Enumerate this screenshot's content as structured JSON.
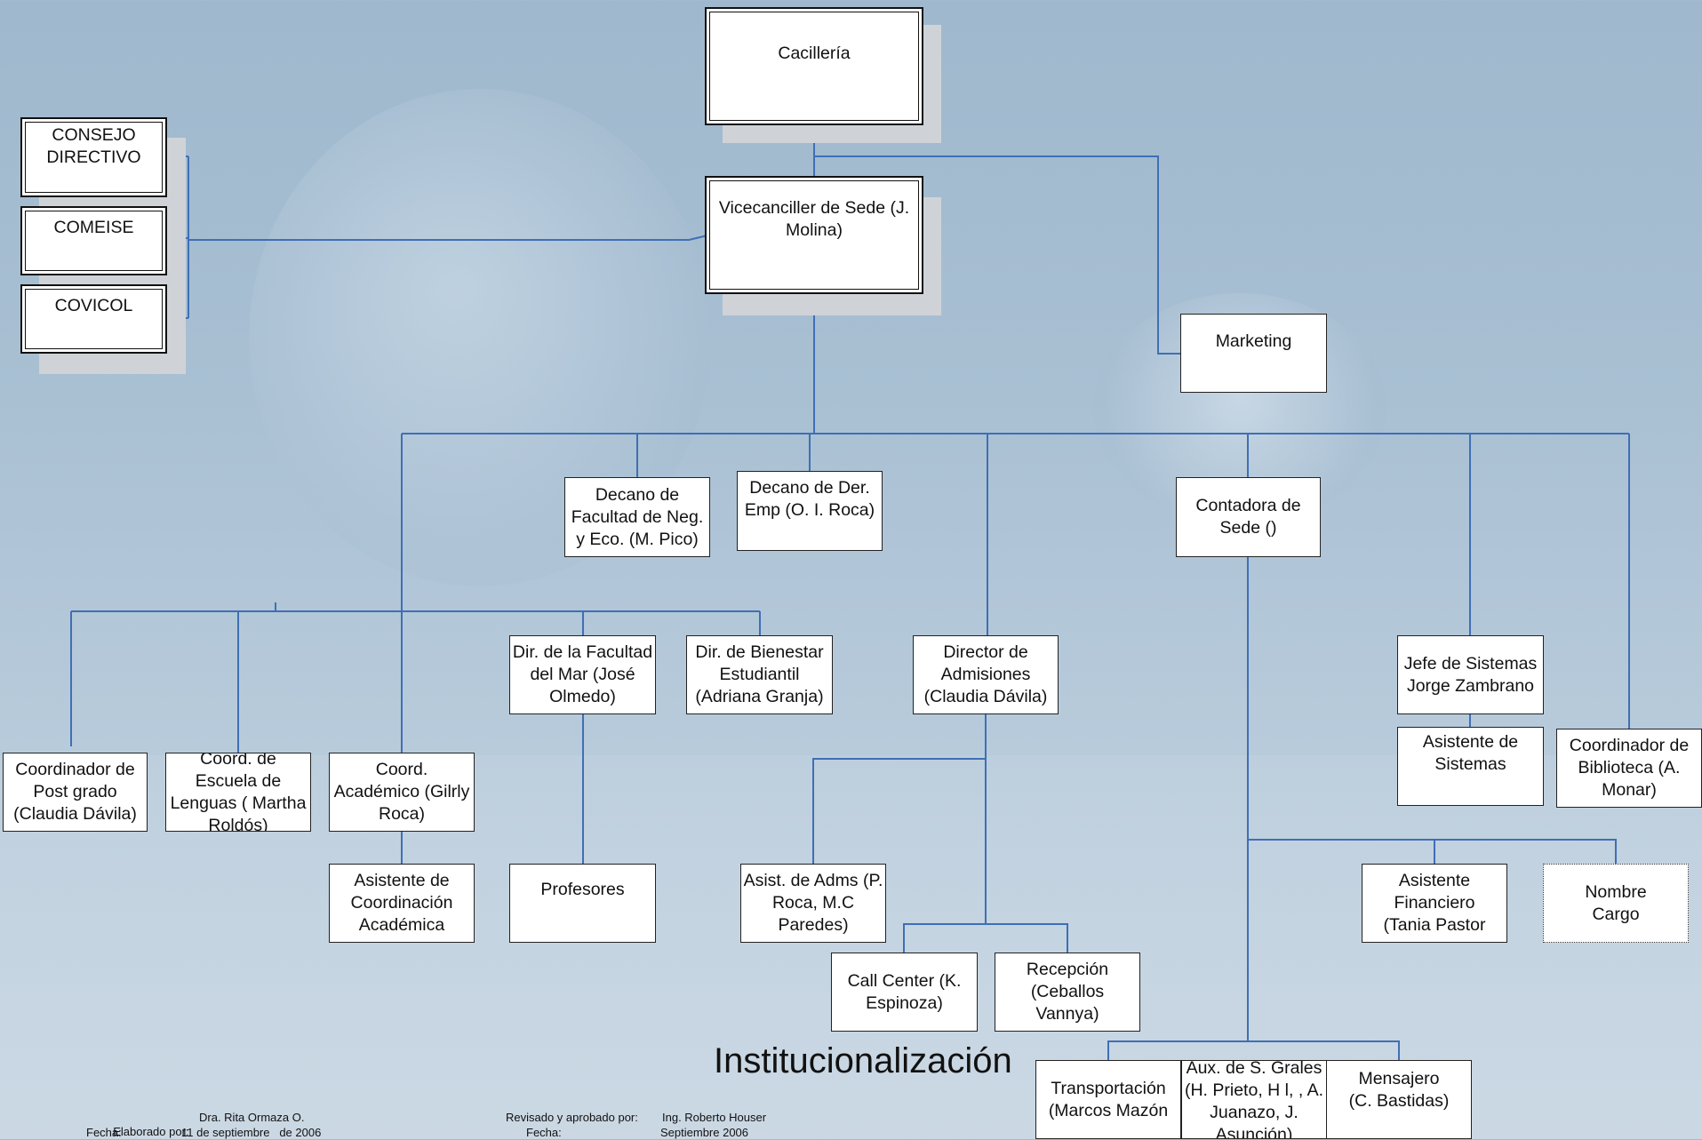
{
  "title": "Institucionalización",
  "nodes": {
    "cacilleria": "Cacillería",
    "vicecanciller": "Vicecanciller de Sede (J. Molina)",
    "consejo": "CONSEJO DIRECTIVO",
    "comeise": "COMEISE",
    "covicol": "COVICOL",
    "marketing": "Marketing",
    "decano_neg": "Decano de Facultad de Neg. y Eco. (M. Pico)",
    "decano_der": "Decano de Der. Emp (O. I. Roca)",
    "contadora": "Contadora de Sede ()",
    "dir_mar": "Dir.  de la Facultad del Mar (José Olmedo)",
    "dir_bienestar": "Dir.  de Bienestar Estudiantil (Adriana Granja)",
    "dir_admisiones": "Director de Admisiones (Claudia Dávila)",
    "jefe_sistemas": "Jefe de Sistemas Jorge Zambrano",
    "asistente_sistemas": "Asistente de Sistemas",
    "coord_biblioteca": "Coordinador de Biblioteca (A. Monar)",
    "coord_postgrado": "Coordinador de Post grado (Claudia Dávila)",
    "coord_lenguas": "Coord. de Escuela de Lenguas ( Martha Roldós)",
    "coord_academico": "Coord. Académico (Gilrly Roca)",
    "asist_coord_acad": "Asistente de Coordinación Académica",
    "profesores": "Profesores",
    "asist_adms": "Asist. de Adms (P. Roca, M.C Paredes)",
    "call_center": "Call Center (K. Espinoza)",
    "recepcion": "Recepción (Ceballos Vannya)",
    "asist_financiero": "Asistente Financiero (Tania Pastor",
    "nombre_cargo": "Nombre Cargo",
    "transportacion": "Transportación (Marcos Mazón",
    "aux_grales": "Aux. de S. Grales (H. Prieto, H l, , A. Juanazo, J. Asunción)",
    "mensajero": "Mensajero (C. Bastidas)"
  },
  "footer": {
    "elaborado_label": "Elaborado por:",
    "elaborado_value": "Dra. Rita Ormaza O.",
    "fecha1_label": "Fecha:",
    "fecha1_value": "11 de septiembre   de 2006",
    "revisado_label": "Revisado y aprobado por:",
    "revisado_value": "Ing. Roberto Houser",
    "fecha2_label": "Fecha:",
    "fecha2_value": "Septiembre 2006"
  },
  "colors": {
    "connector": "#3f6fb5",
    "box_border": "#222222",
    "background": "#a9c0d3"
  }
}
